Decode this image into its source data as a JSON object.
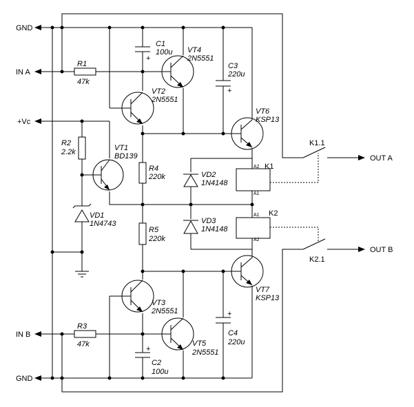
{
  "terminals": {
    "gnd_top": "GND",
    "in_a": "IN A",
    "vc": "+Vc",
    "in_b": "IN B",
    "gnd_bottom": "GND",
    "out_a": "OUT A",
    "out_b": "OUT B"
  },
  "components": {
    "r1": {
      "ref": "R1",
      "value": "47k"
    },
    "r2": {
      "ref": "R2",
      "value": "2.2k"
    },
    "r3": {
      "ref": "R3",
      "value": "47k"
    },
    "r4": {
      "ref": "R4",
      "value": "220k"
    },
    "r5": {
      "ref": "R5",
      "value": "220k"
    },
    "c1": {
      "ref": "C1",
      "value": "100u",
      "polarity": "+"
    },
    "c2": {
      "ref": "C2",
      "value": "100u",
      "polarity": "+"
    },
    "c3": {
      "ref": "C3",
      "value": "220u",
      "polarity": "+"
    },
    "c4": {
      "ref": "C4",
      "value": "220u",
      "polarity": "+"
    },
    "vt1": {
      "ref": "VT1",
      "value": "BD139"
    },
    "vt2": {
      "ref": "VT2",
      "value": "2N5551"
    },
    "vt3": {
      "ref": "VT3",
      "value": "2N5551"
    },
    "vt4": {
      "ref": "VT4",
      "value": "2N5551"
    },
    "vt5": {
      "ref": "VT5",
      "value": "2N5551"
    },
    "vt6": {
      "ref": "VT6",
      "value": "KSP13"
    },
    "vt7": {
      "ref": "VT7",
      "value": "KSP13"
    },
    "vd1": {
      "ref": "VD1",
      "value": "1N4743"
    },
    "vd2": {
      "ref": "VD2",
      "value": "1N4148"
    },
    "vd3": {
      "ref": "VD3",
      "value": "1N4148"
    },
    "k1": {
      "ref": "K1",
      "pin_a1": "A1",
      "pin_a2": "A2",
      "contact": "K1.1"
    },
    "k2": {
      "ref": "K2",
      "pin_a1": "A1",
      "pin_a2": "A2",
      "contact": "K2.1"
    }
  }
}
